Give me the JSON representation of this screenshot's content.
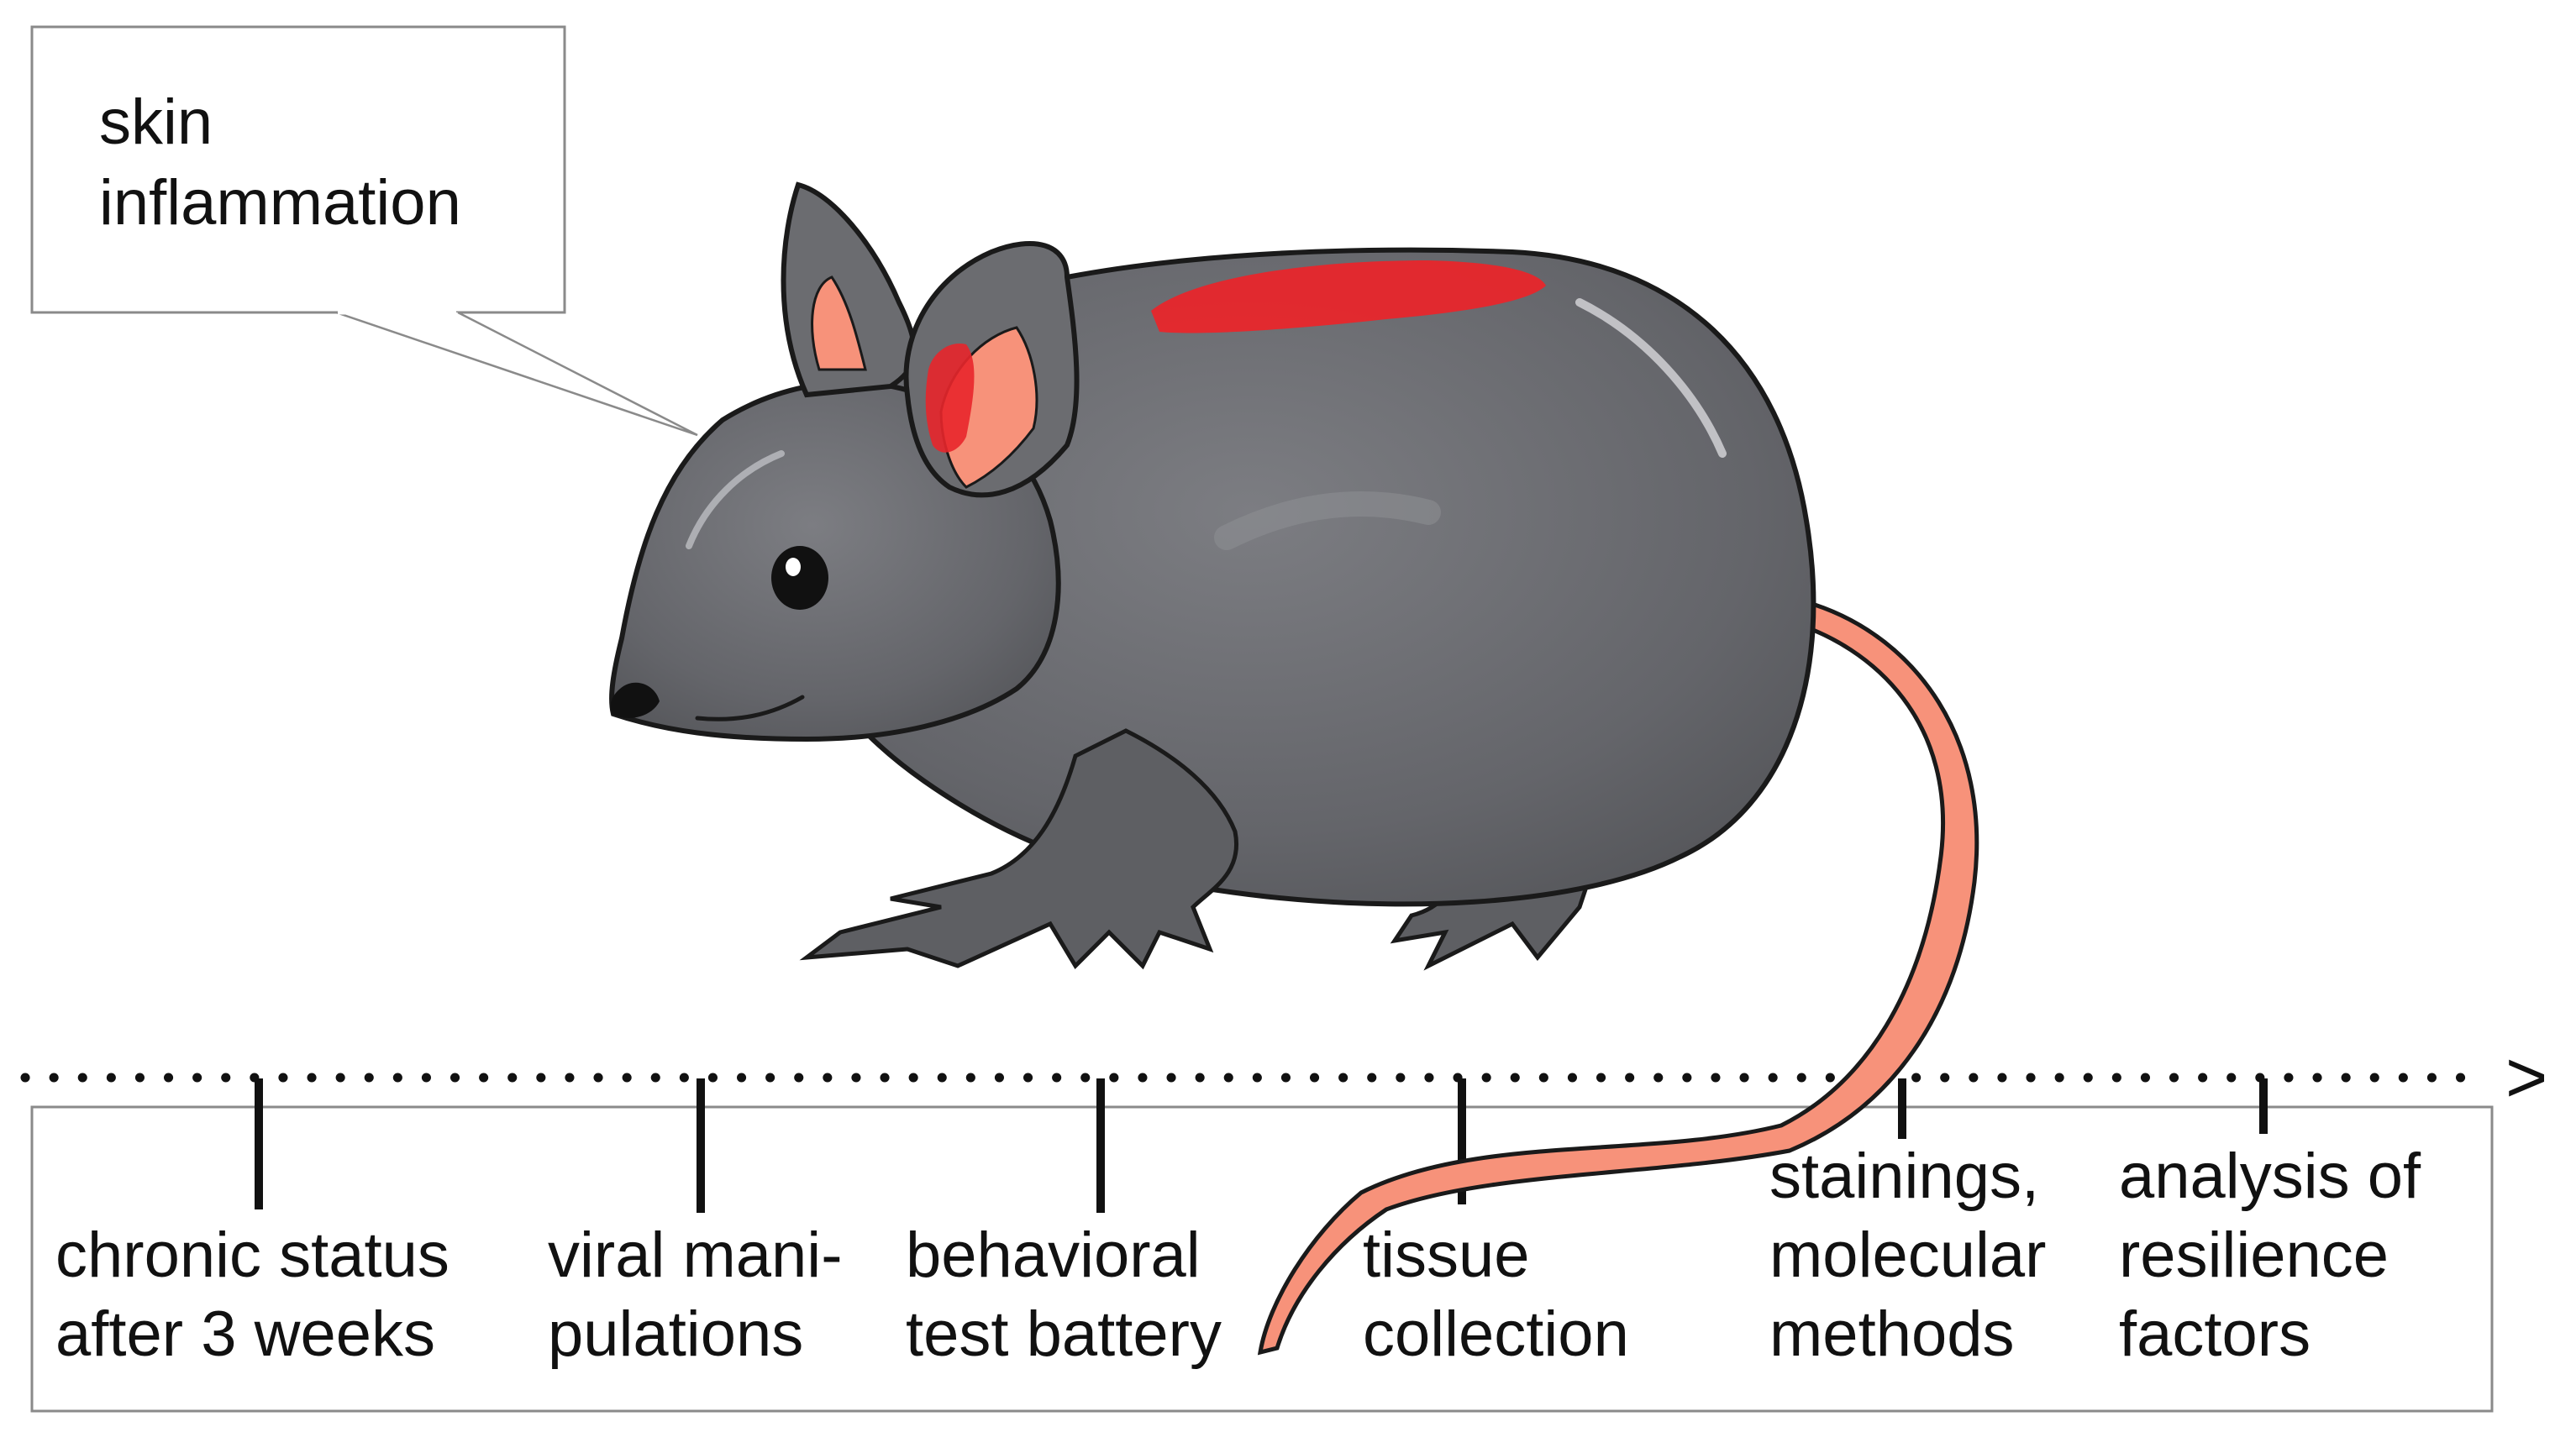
{
  "callout": {
    "lines": [
      "skin",
      "inflammation"
    ]
  },
  "timeline": {
    "arrow": ">",
    "steps": [
      {
        "lines": [
          "chronic status",
          "after 3 weeks"
        ]
      },
      {
        "lines": [
          "viral mani-",
          "pulations"
        ]
      },
      {
        "lines": [
          "behavioral",
          "test battery"
        ]
      },
      {
        "lines": [
          "tissue",
          "collection"
        ]
      },
      {
        "lines": [
          "stainings,",
          "molecular",
          "methods"
        ]
      },
      {
        "lines": [
          "analysis of",
          "resilience",
          "factors"
        ]
      }
    ]
  },
  "colors": {
    "fur": "#6b6c70",
    "fur_outline": "#1a1a1a",
    "inflammation": "#e8262b",
    "ear_tail": "#f7927a",
    "text": "#111111"
  }
}
